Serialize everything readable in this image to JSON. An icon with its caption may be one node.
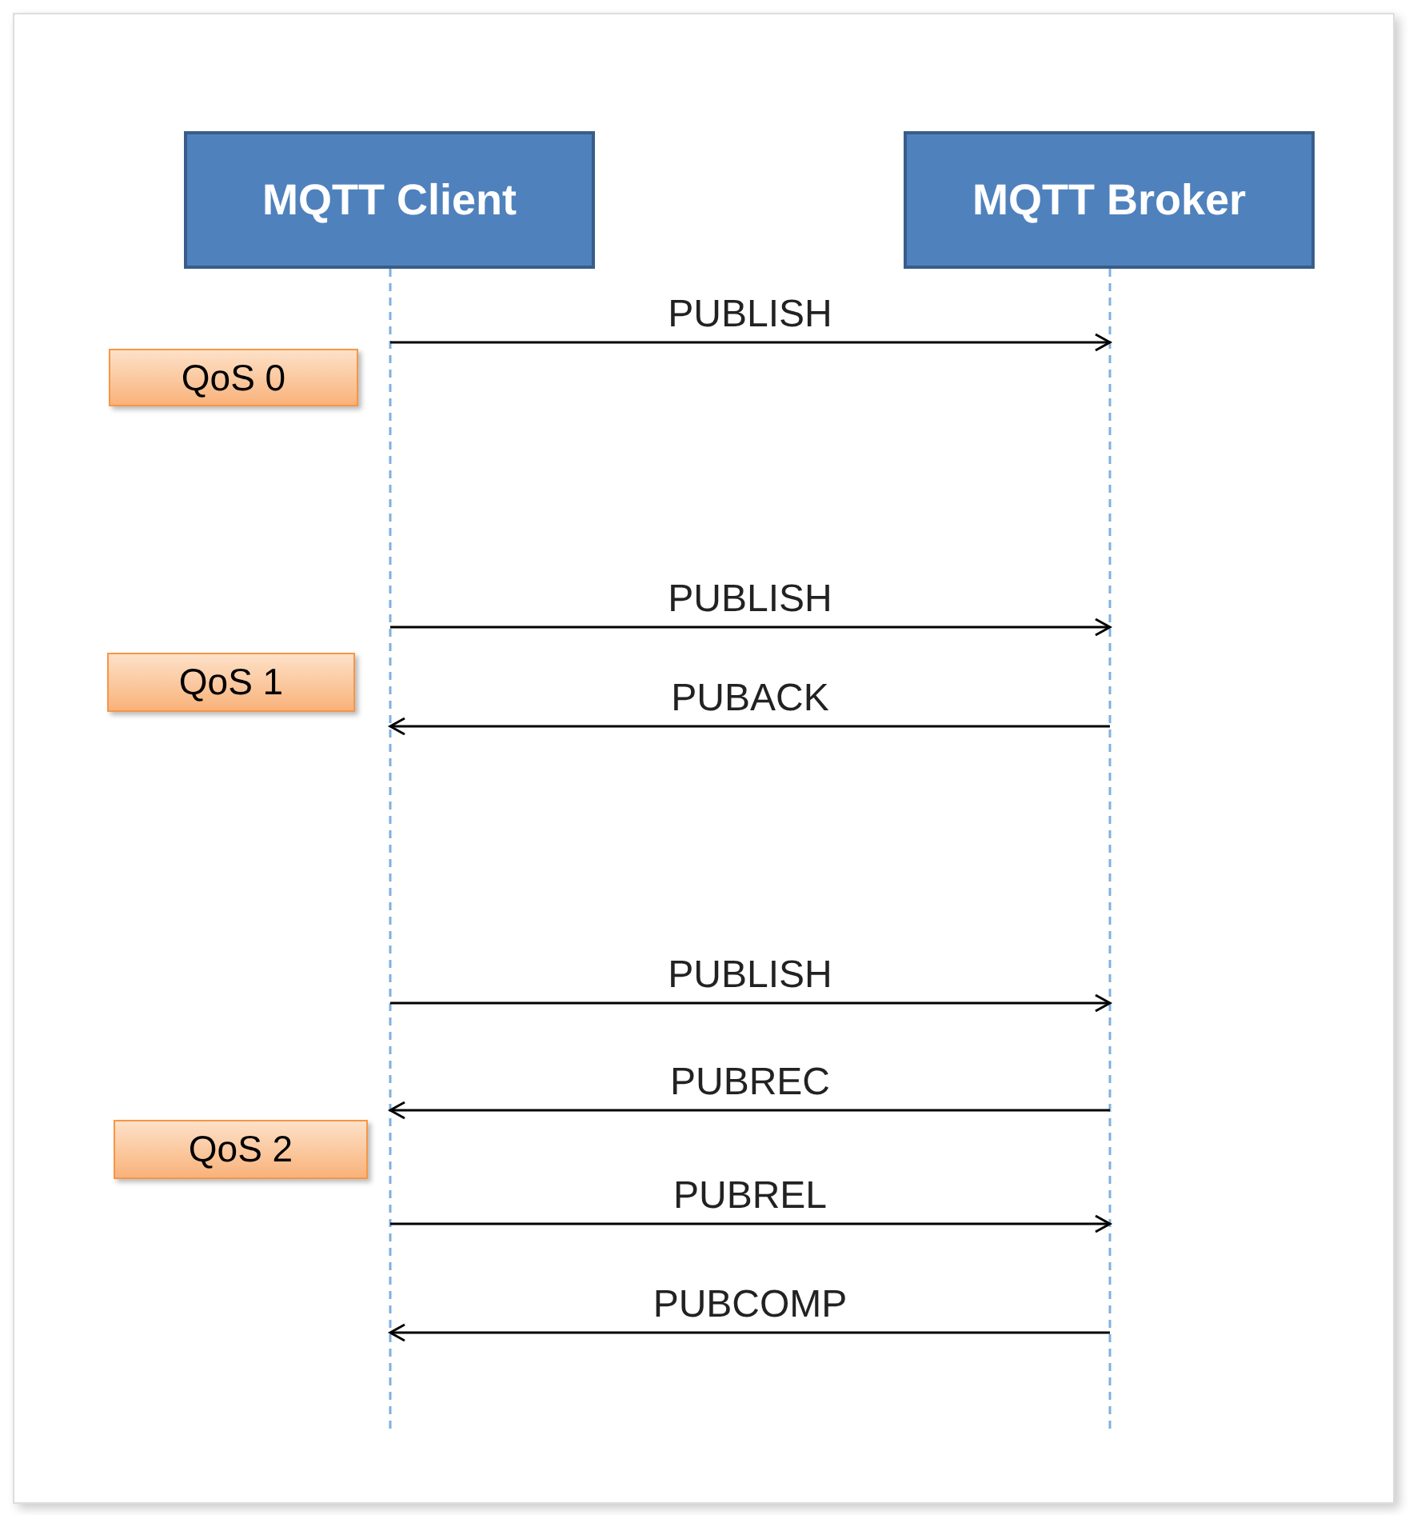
{
  "diagram": {
    "nodes": [
      {
        "text": [
          "MQTT Client"
        ]
      },
      {
        "text": [
          "MQTT Broker"
        ]
      },
      {
        "text": [
          "QoS 0"
        ]
      },
      {
        "text": [
          "QoS 1"
        ]
      },
      {
        "text": [
          "QoS 2"
        ]
      }
    ],
    "edges": [
      {
        "from": 0,
        "to": 1,
        "arrow": "to",
        "label": "PUBLISH"
      },
      {
        "from": 0,
        "to": 1,
        "arrow": "to",
        "label": "PUBLISH"
      },
      {
        "from": 1,
        "to": 0,
        "arrow": "to",
        "label": "PUBACK"
      },
      {
        "from": 0,
        "to": 1,
        "arrow": "to",
        "label": "PUBLISH"
      },
      {
        "from": 1,
        "to": 0,
        "arrow": "to",
        "label": "PUBREC"
      },
      {
        "from": 0,
        "to": 1,
        "arrow": "to",
        "label": "PUBREL"
      },
      {
        "from": 1,
        "to": 0,
        "arrow": "to",
        "label": "PUBCOMP"
      }
    ]
  }
}
